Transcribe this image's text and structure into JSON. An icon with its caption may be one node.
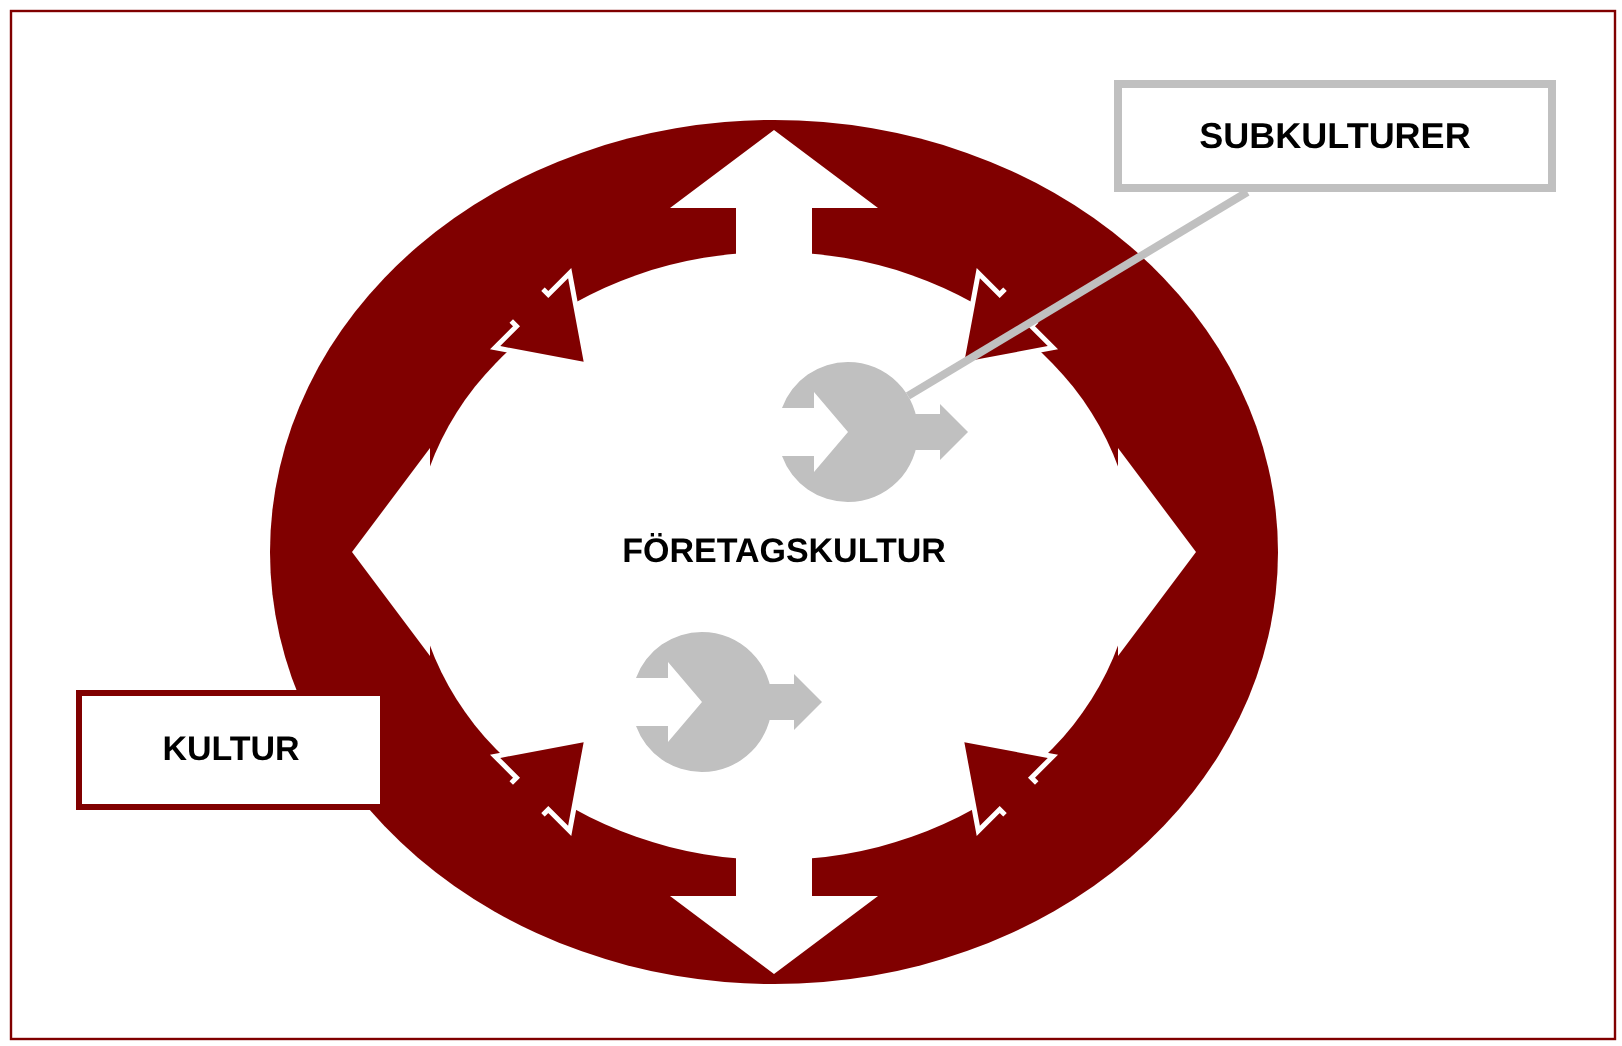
{
  "diagram": {
    "nodes": [
      {
        "text": [
          "SUBKULTURER"
        ]
      },
      {
        "text": [],
        "shape": "circle"
      },
      {
        "text": [
          "FÖRETAGSKULTUR"
        ]
      },
      {
        "text": [],
        "shape": "circle"
      },
      {
        "text": [
          "KULTUR"
        ]
      }
    ],
    "edges": [
      {
        "from": 0,
        "to": 1,
        "arrow": "none"
      }
    ]
  }
}
